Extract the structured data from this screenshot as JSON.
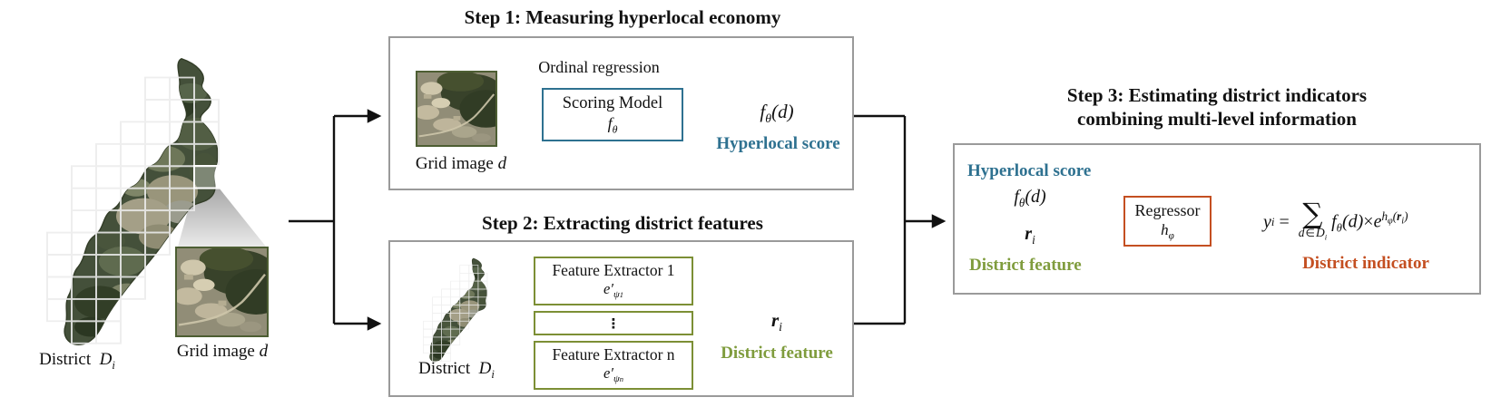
{
  "colors": {
    "teal": "#2e7190",
    "olive": "#7c8f35",
    "olive-text": "#7f9c3d",
    "orange": "#c44f21",
    "box-border": "#9a9a9a",
    "line": "#111111",
    "sat-border": "#4d5e33"
  },
  "left_panel": {
    "district_label": {
      "text": "District",
      "var": "D",
      "sub": "i"
    },
    "grid_label": {
      "text": "Grid image",
      "var": "d"
    }
  },
  "step1": {
    "title": "Step 1: Measuring hyperlocal economy",
    "grid_label": {
      "text": "Grid image",
      "var": "d"
    },
    "ordinal": "Ordinal regression",
    "scoring": {
      "name": "Scoring Model",
      "f": "f",
      "sub": "θ"
    },
    "score": {
      "f": "f",
      "sub": "θ",
      "arg": "(d)"
    },
    "score_caption": "Hyperlocal score"
  },
  "step2": {
    "title": "Step 2: Extracting district features",
    "district_label": {
      "text": "District",
      "var": "D",
      "sub": "i"
    },
    "extractor1": {
      "name": "Feature Extractor 1",
      "e": "e′",
      "psi": "ψ",
      "idx": "1"
    },
    "dots": "⋮",
    "extractorn": {
      "name": "Feature Extractor n",
      "e": "e′",
      "psi": "ψ",
      "idx": "n"
    },
    "feature": {
      "r": "r",
      "sub": "i"
    },
    "feature_caption": "District feature"
  },
  "step3": {
    "title_line1": "Step 3: Estimating district indicators",
    "title_line2": "combining multi-level information",
    "score_caption": "Hyperlocal score",
    "score": {
      "f": "f",
      "sub": "θ",
      "arg": "(d)"
    },
    "feature": {
      "r": "r",
      "sub": "i"
    },
    "feature_caption": "District feature",
    "regressor": {
      "name": "Regressor",
      "h": "h",
      "sub": "φ"
    },
    "equation": {
      "lhs": "y",
      "lhs_sub": "i",
      "equals": "=",
      "sigma": "∑",
      "sum_d": "d",
      "sum_in": "∈",
      "sum_D": "D",
      "sum_D_sub": "i",
      "f": "f",
      "f_sub": "θ",
      "f_arg": "(d)",
      "times": "×",
      "e": "e",
      "exp_h": "h",
      "exp_h_sub": "φ",
      "exp_open": "(",
      "exp_r": "r",
      "exp_r_sub": "i",
      "exp_close": ")"
    },
    "indicator_caption": "District indicator"
  }
}
